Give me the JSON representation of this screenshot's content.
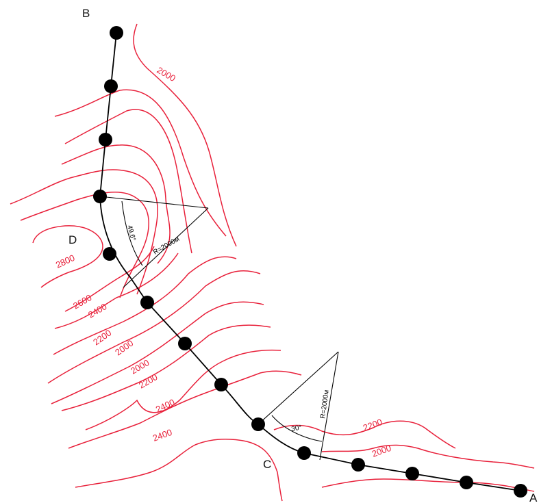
{
  "points": {
    "a": "A",
    "b": "B",
    "c": "C",
    "d": "D"
  },
  "contour_labels": {
    "l2000_top": "2000",
    "l2800": "2800",
    "l2600": "2600",
    "l2400_left": "2400",
    "l2200_left": "2200",
    "l2000_mid": "2000",
    "l2000_mid2": "2000",
    "l2200_mid": "2200",
    "l2400_mid": "2400",
    "l2400_bottom": "2400",
    "l2200_right": "2200",
    "l2000_right": "2000"
  },
  "curves": {
    "upper": {
      "radius": "R=2000м",
      "angle": "49.6°"
    },
    "lower": {
      "radius": "R=2000м",
      "angle": "30°"
    }
  },
  "colors": {
    "contour": "#e8203a",
    "route": "#000000"
  }
}
